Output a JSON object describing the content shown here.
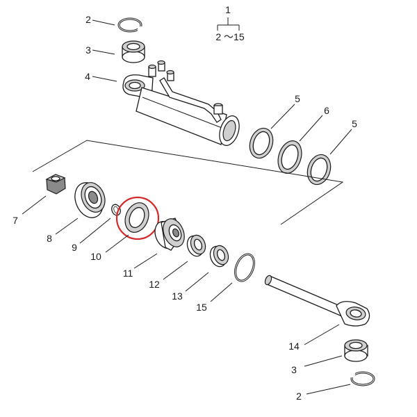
{
  "diagram": {
    "header": {
      "number": "1",
      "range": "2 ～15"
    },
    "highlight_color": "#d22a2a",
    "callouts": {
      "c2_top": "2",
      "c3_top": "3",
      "c4": "4",
      "c5_left": "5",
      "c6": "6",
      "c5_right": "5",
      "c7": "7",
      "c8": "8",
      "c9": "9",
      "c10": "10",
      "c11": "11",
      "c12": "12",
      "c13": "13",
      "c15": "15",
      "c14": "14",
      "c3_bottom": "3",
      "c2_bottom": "2"
    }
  }
}
